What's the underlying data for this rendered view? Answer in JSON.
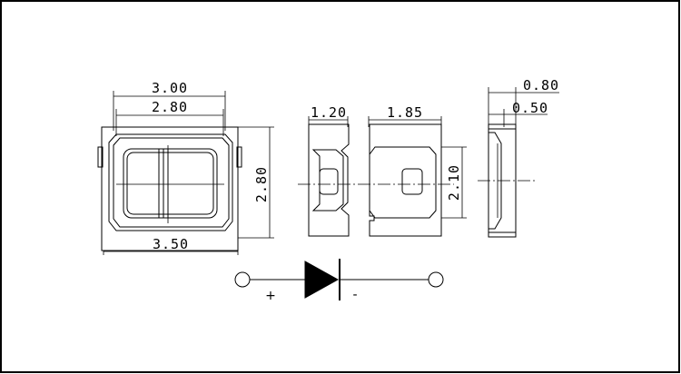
{
  "top_view": {
    "dim_width_outer": "3.00",
    "dim_width_inner": "2.80",
    "dim_height": "2.80",
    "dim_width_total": "3.50"
  },
  "bottom_view": {
    "dim_pad_left": "1.20",
    "dim_pad_right": "1.85",
    "dim_height": "2.10"
  },
  "side_view": {
    "dim_thickness": "0.80",
    "dim_lens": "0.50"
  },
  "symbol": {
    "anode_label": "+",
    "cathode_label": "-"
  }
}
